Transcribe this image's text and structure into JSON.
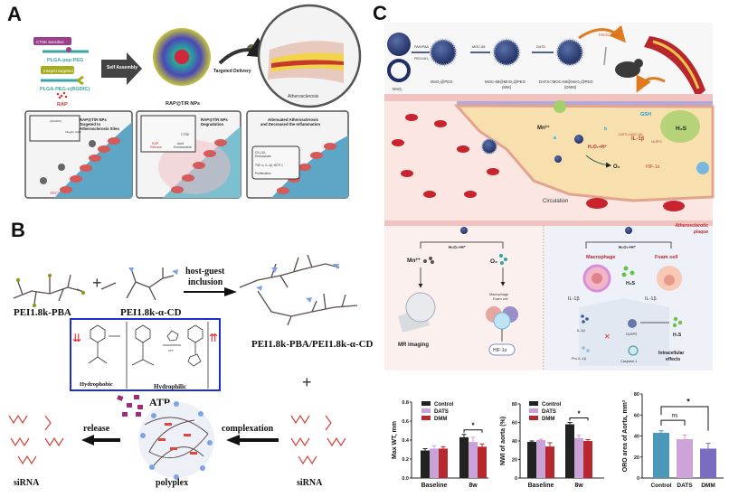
{
  "panels": {
    "a": {
      "label": "A",
      "ctsk_tag": "CTSK sensitive",
      "polymer1": "PLGA-pep-PEG",
      "integrin_tag": "Integrin targeted",
      "polymer2": "PLGA-PEG-c(RGDfC)",
      "drug": "RAP",
      "assembly": "Self Assembly",
      "np_name": "RAP@T/R NPs",
      "delivery": "Targeted Delivery",
      "vessel": "Atherosclerosis",
      "box1_title": [
        "RAP@T/R NPs",
        "Targeted to",
        "Atherosclerosis Sites"
      ],
      "box1_tags": [
        "c(RGDfC)",
        "Integrin αvβ3"
      ],
      "box1_cells": "VECs",
      "box2_title": [
        "RAP@T/R NPs",
        "Degradation"
      ],
      "box2_tags": [
        "CTSK",
        "RAP",
        "Release",
        "Acid",
        "Environment"
      ],
      "box3_title": [
        "Attenuated Atherosclerosis",
        "and Decreased the Inflammation"
      ],
      "box3_items": [
        "OX-LDL",
        "Endocytosis",
        "TNF-α, IL-1β, MCP-1",
        "Proliferation"
      ]
    },
    "b": {
      "label": "B",
      "reactant1": "PEI1.8k-PBA",
      "plus1": "+",
      "reactant2": "PEI1.8k-α-CD",
      "step1": [
        "host-guest",
        "inclusion"
      ],
      "product": "PEI1.8k-PBA/PEI1.8k-α-CD",
      "plus2": "+",
      "hydrophobic": "Hydrophobic",
      "hydrophilic": "Hydrophilic",
      "atp_small": "ATP",
      "atp": "ATP",
      "release": "release",
      "complexation": "complexation",
      "sirna_left": "siRNA",
      "polyplex": "polyplex",
      "sirna_right": "siRNA"
    },
    "c": {
      "label": "C",
      "core": "MnO₂",
      "step_labels": [
        "PAH/PAA",
        "PEG-NH₂",
        "MOC-68",
        "DATS"
      ],
      "np1": "MnO₂@PEG",
      "np2": [
        "MOC-68@MnO₂@PEG",
        "(MM)"
      ],
      "np3": [
        "DATS⊂MOC-68@MnO₂@PEG",
        "(DMM)"
      ],
      "medication": "Medication",
      "mn": "Mn²⁺",
      "h2o2": "H₂O₂+H⁺",
      "o2": "O₂",
      "hif": "HIF-1α",
      "gsh": "GSH",
      "h2s": "H₂S",
      "il1b": "IL-1β",
      "nlrp3": "NLRP3",
      "dats_moc": "DATS⊂MOC-68",
      "path_a": "a",
      "path_b": "b",
      "circulation": "Circulation",
      "plaque": [
        "Atherosclerotic",
        "plaque"
      ],
      "left": {
        "h2o2": "H₂O₂+H⁺",
        "mn": "Mn²⁺",
        "o2": "O₂",
        "cells": [
          "Macrophage",
          "Foam cell"
        ],
        "mr": "MR imaging",
        "hif": "HIF-1α"
      },
      "right": {
        "h2o2": "H₂O₂+H⁺",
        "macrophage": "Macrophage",
        "foam": "Foam cell",
        "h2s": "H₂S",
        "il1b_a": "IL-1β",
        "il1b_b": "IL-1β",
        "il1b_c": "IL-1β",
        "nlrp3": "NLRP3",
        "h2s2": "H₂S",
        "pro": "Pro-IL-1β",
        "casp": "Caspase-1",
        "effects": [
          "Intracellular",
          "effects"
        ]
      }
    }
  },
  "colors": {
    "control": "#222222",
    "dats": "#c9a2d8",
    "dmm": "#b8262e",
    "oro_control": "#4b98b9",
    "oro_dats": "#cda3d9",
    "oro_dmm": "#7a6cc0"
  },
  "chart_data": [
    {
      "type": "bar",
      "ylabel": "Max WT, mm",
      "categories": [
        "Baseline",
        "8w"
      ],
      "ylim": [
        0,
        0.8
      ],
      "yticks": [
        "0.0",
        "0.2",
        "0.4",
        "0.6",
        "0.8"
      ],
      "legend": "top-left",
      "series": [
        {
          "name": "Control",
          "values": [
            0.29,
            0.43
          ],
          "errors": [
            0.02,
            0.03
          ]
        },
        {
          "name": "DATS",
          "values": [
            0.31,
            0.38
          ],
          "errors": [
            0.03,
            0.05
          ]
        },
        {
          "name": "DMM",
          "values": [
            0.31,
            0.33
          ],
          "errors": [
            0.02,
            0.03
          ]
        }
      ],
      "annotations": [
        "*"
      ]
    },
    {
      "type": "bar",
      "ylabel": "NWI of aorta (%)",
      "categories": [
        "Baseline",
        "8w"
      ],
      "ylim": [
        0,
        80
      ],
      "yticks": [
        "0",
        "20",
        "40",
        "60",
        "80"
      ],
      "legend": "top-left",
      "series": [
        {
          "name": "Control",
          "values": [
            39,
            58
          ],
          "errors": [
            1,
            2
          ]
        },
        {
          "name": "DATS",
          "values": [
            41,
            43
          ],
          "errors": [
            1,
            3
          ]
        },
        {
          "name": "DMM",
          "values": [
            34,
            40
          ],
          "errors": [
            4,
            1.5
          ]
        }
      ],
      "annotations": [
        "*"
      ]
    },
    {
      "type": "bar",
      "ylabel": "ORO area of Aorta, mm²",
      "categories": [
        "Control",
        "DATS",
        "DMM"
      ],
      "ylim": [
        0,
        80
      ],
      "yticks": [
        "0",
        "20",
        "40",
        "60",
        "80"
      ],
      "values": [
        43,
        37,
        28
      ],
      "errors": [
        2,
        4,
        5
      ],
      "annotations": [
        "ns",
        "*"
      ]
    }
  ]
}
